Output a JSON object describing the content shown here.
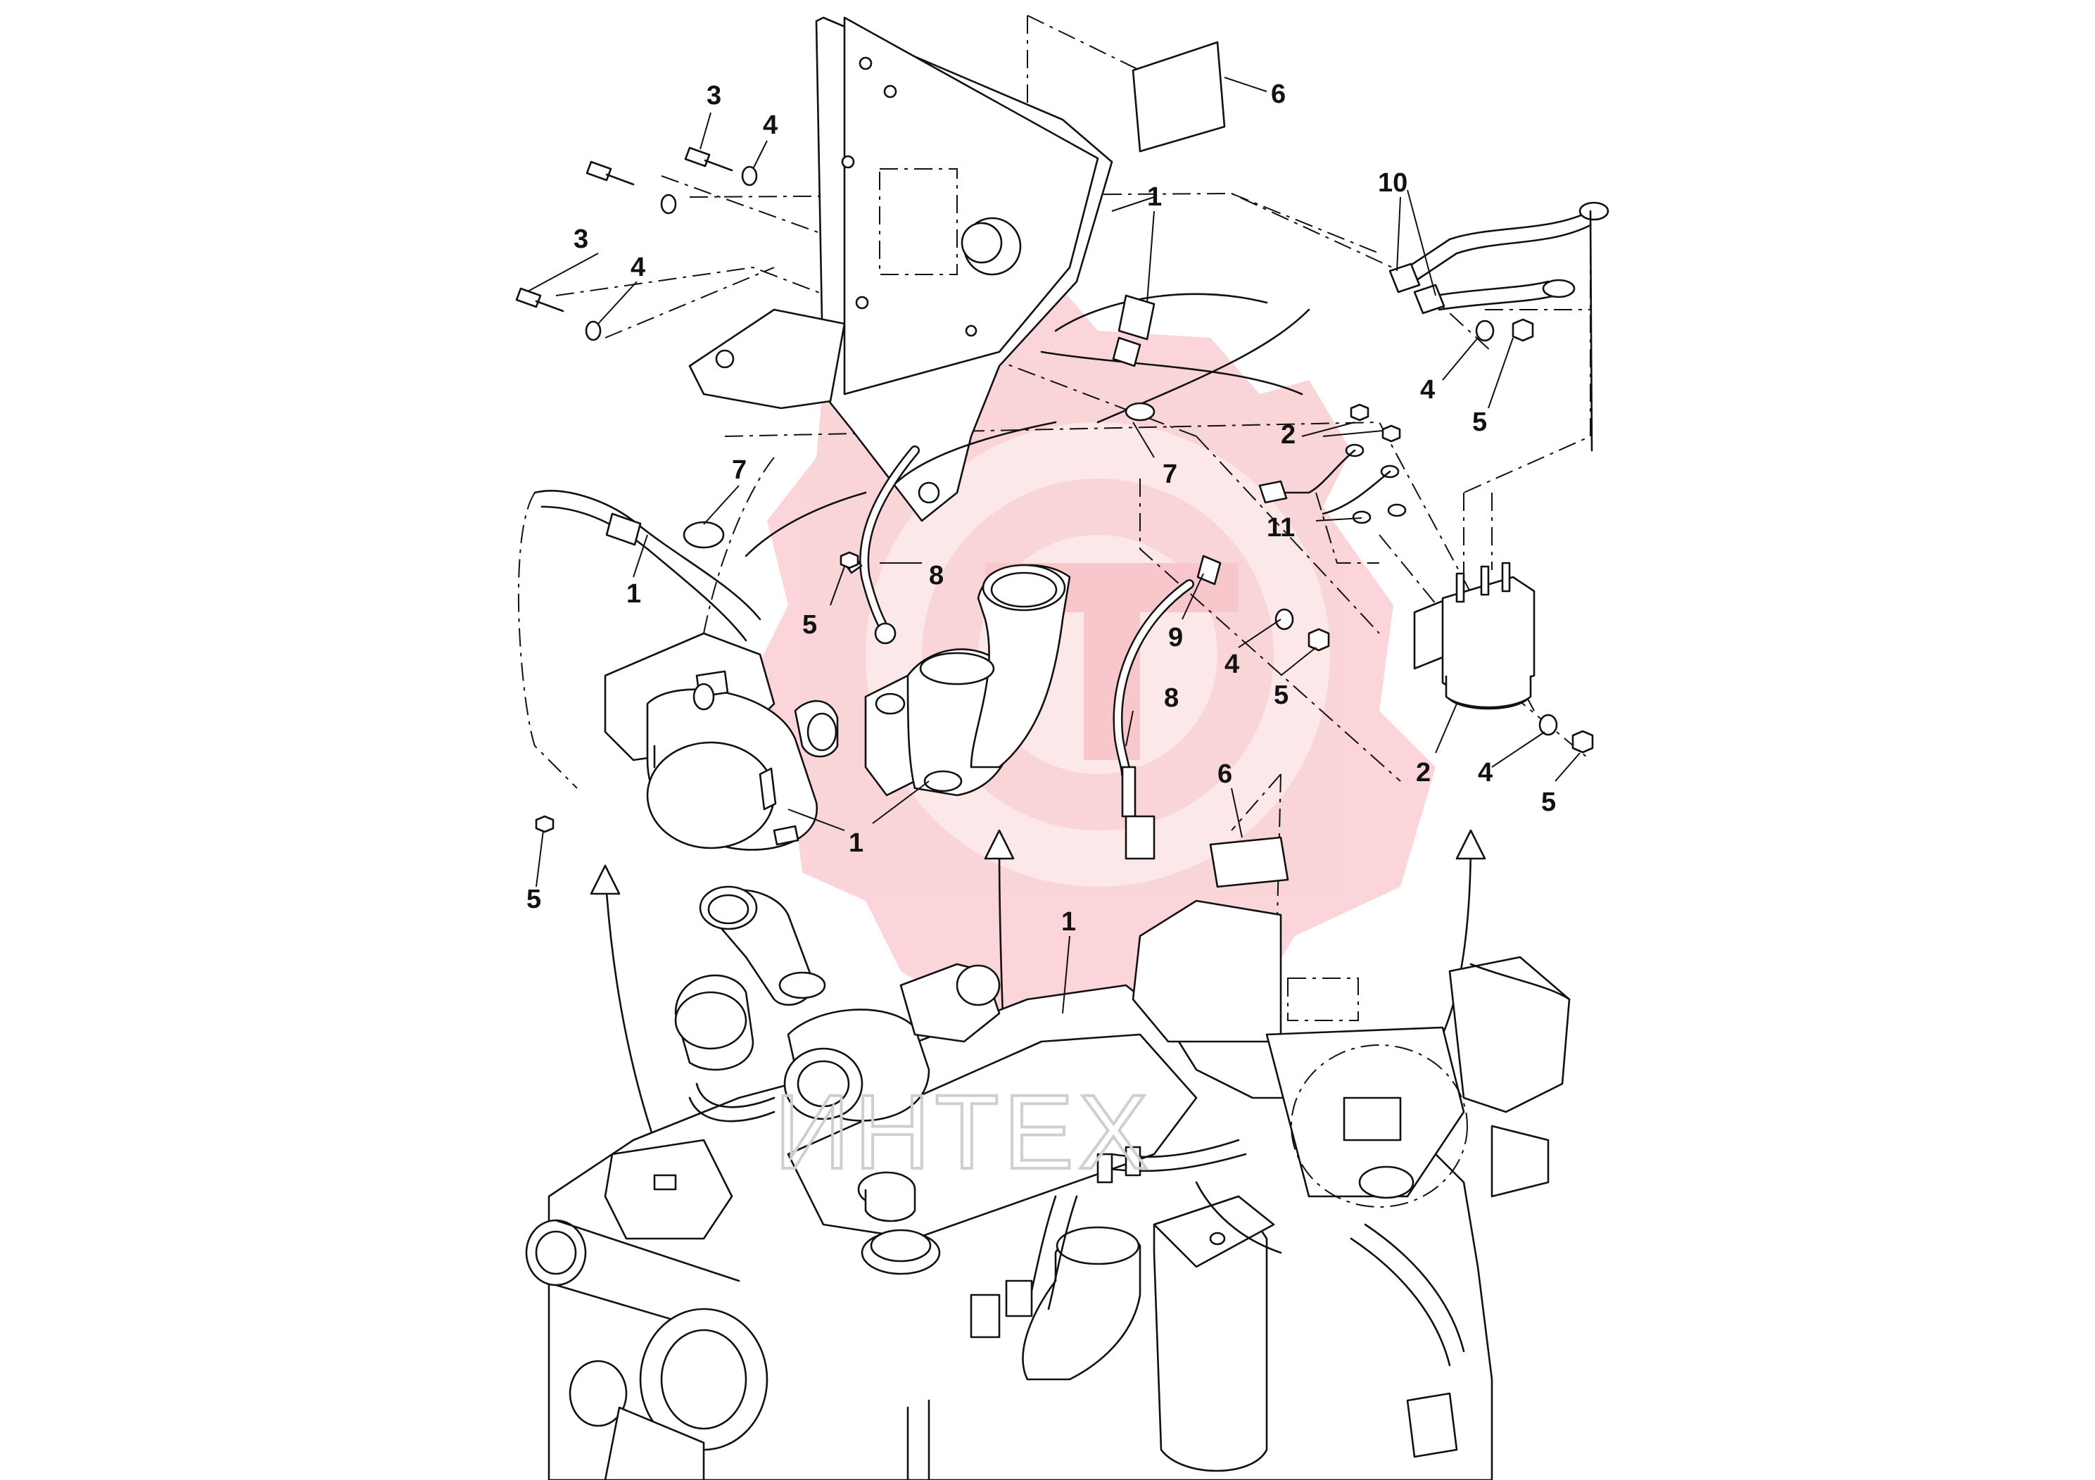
{
  "watermark": {
    "text": "ИНТЕХ",
    "logo_color": "#f5a0a8"
  },
  "callouts": [
    {
      "id": "c1",
      "text": "6"
    },
    {
      "id": "c2",
      "text": "3"
    },
    {
      "id": "c3",
      "text": "4"
    },
    {
      "id": "c4",
      "text": "3"
    },
    {
      "id": "c5",
      "text": "4"
    },
    {
      "id": "c6",
      "text": "1"
    },
    {
      "id": "c7",
      "text": "10"
    },
    {
      "id": "c8",
      "text": "4"
    },
    {
      "id": "c9",
      "text": "5"
    },
    {
      "id": "c10",
      "text": "2"
    },
    {
      "id": "c11",
      "text": "7"
    },
    {
      "id": "c12",
      "text": "7"
    },
    {
      "id": "c13",
      "text": "11"
    },
    {
      "id": "c14",
      "text": "1"
    },
    {
      "id": "c15",
      "text": "8"
    },
    {
      "id": "c16",
      "text": "5"
    },
    {
      "id": "c17",
      "text": "9"
    },
    {
      "id": "c18",
      "text": "4"
    },
    {
      "id": "c19",
      "text": "5"
    },
    {
      "id": "c20",
      "text": "8"
    },
    {
      "id": "c21",
      "text": "2"
    },
    {
      "id": "c22",
      "text": "4"
    },
    {
      "id": "c23",
      "text": "5"
    },
    {
      "id": "c24",
      "text": "1"
    },
    {
      "id": "c25",
      "text": "6"
    },
    {
      "id": "c26",
      "text": "5"
    },
    {
      "id": "c27",
      "text": "1"
    }
  ]
}
